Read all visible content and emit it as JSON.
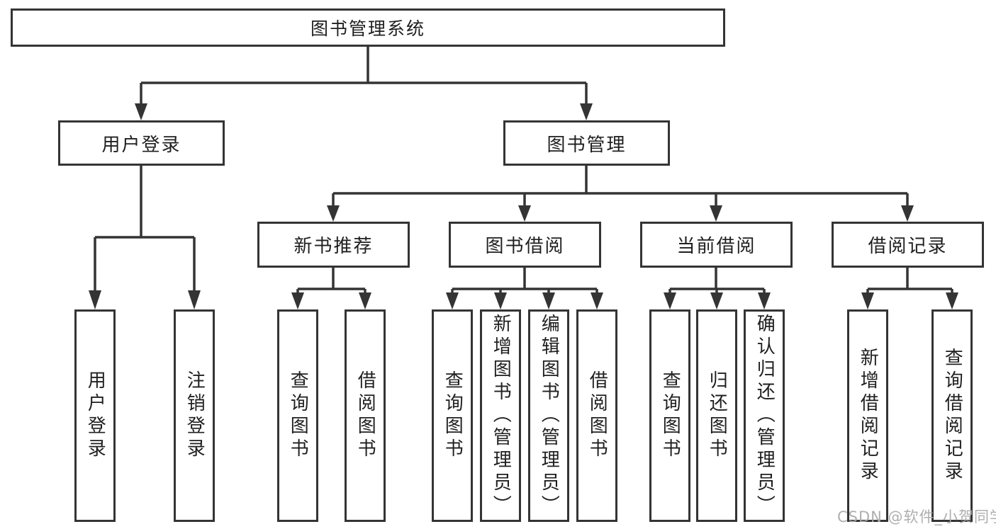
{
  "diagram": {
    "root": {
      "label": "图书管理系统"
    },
    "branches": [
      {
        "label": "用户登录",
        "children": [
          {
            "label": "用户登录"
          },
          {
            "label": "注销登录"
          }
        ]
      },
      {
        "label": "图书管理",
        "children": [
          {
            "label": "新书推荐",
            "children": [
              {
                "label": "查询图书"
              },
              {
                "label": "借阅图书"
              }
            ]
          },
          {
            "label": "图书借阅",
            "children": [
              {
                "label": "查询图书"
              },
              {
                "label": "新增图书（管理员）"
              },
              {
                "label": "编辑图书（管理员）"
              },
              {
                "label": "借阅图书"
              }
            ]
          },
          {
            "label": "当前借阅",
            "children": [
              {
                "label": "查询图书"
              },
              {
                "label": "归还图书"
              },
              {
                "label": "确认归还（管理员）"
              }
            ]
          },
          {
            "label": "借阅记录",
            "children": [
              {
                "label": "新增借阅记录"
              },
              {
                "label": "查询借阅记录"
              }
            ]
          }
        ]
      }
    ]
  },
  "watermark": "CSDN @软件_小贺同学",
  "colors": {
    "line": "#343434",
    "text": "#1f1f1f",
    "background": "#ffffff",
    "watermark": "#a8a8a8"
  }
}
